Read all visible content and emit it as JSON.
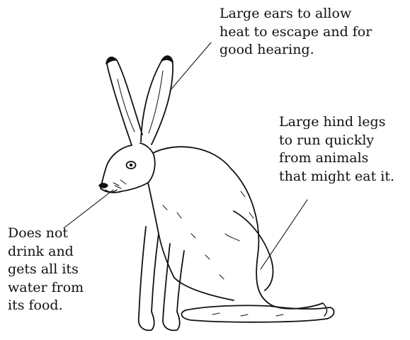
{
  "diagram": {
    "subject": "jackrabbit-illustration",
    "ink_color": "#111111",
    "background_color": "#ffffff",
    "annotations": [
      {
        "id": "ears",
        "lines": [
          "Large ears to allow",
          "heat to escape and for",
          "good hearing."
        ]
      },
      {
        "id": "hind-legs",
        "lines": [
          "Large hind legs",
          "to run quickly",
          "from animals",
          "that might eat it."
        ]
      },
      {
        "id": "water",
        "lines": [
          "Does not",
          "drink and",
          "gets all its",
          "water from",
          "its food."
        ]
      }
    ]
  }
}
